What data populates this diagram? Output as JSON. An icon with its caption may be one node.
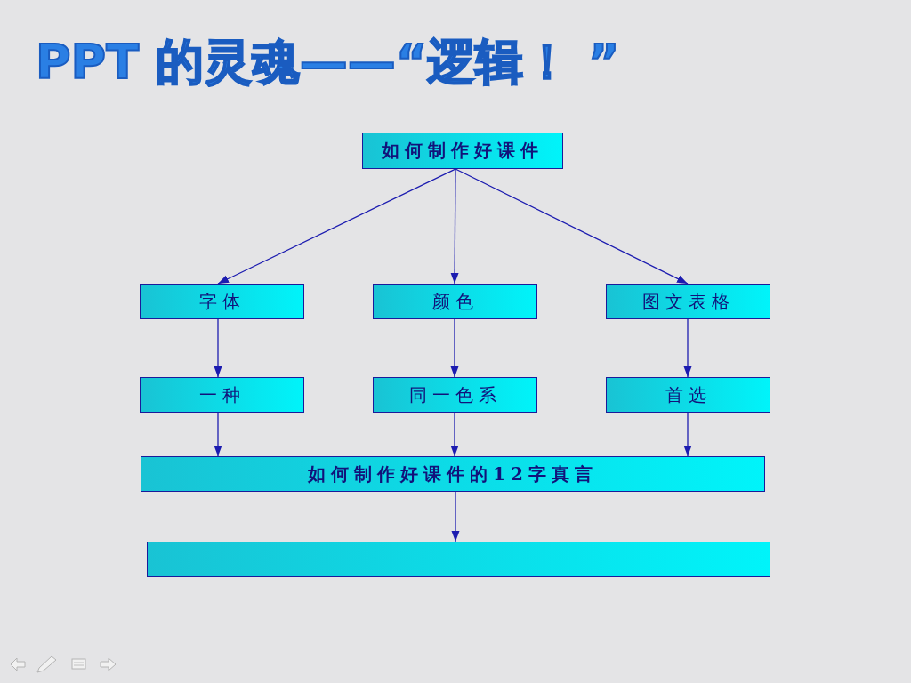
{
  "diagram": {
    "title": "PPT 的灵魂——“逻辑！ ”",
    "nodes": [
      {
        "text": [
          "如何制作好课件"
        ]
      },
      {
        "text": [
          "字体"
        ]
      },
      {
        "text": [
          "颜色"
        ]
      },
      {
        "text": [
          "图文表格"
        ]
      },
      {
        "text": [
          "一种"
        ]
      },
      {
        "text": [
          "同一色系"
        ]
      },
      {
        "text": [
          "首选"
        ]
      },
      {
        "text": [
          "如何制作好课件的12字真言"
        ]
      },
      {
        "text": [],
        "shape": "box"
      }
    ],
    "edges": [
      {
        "from": 0,
        "to": 1,
        "arrow": "to"
      },
      {
        "from": 0,
        "to": 2,
        "arrow": "to"
      },
      {
        "from": 0,
        "to": 3,
        "arrow": "to"
      },
      {
        "from": 1,
        "to": 4,
        "arrow": "to"
      },
      {
        "from": 2,
        "to": 5,
        "arrow": "to"
      },
      {
        "from": 3,
        "to": 6,
        "arrow": "to"
      },
      {
        "from": 4,
        "to": 7,
        "arrow": "to"
      },
      {
        "from": 5,
        "to": 7,
        "arrow": "to"
      },
      {
        "from": 6,
        "to": 7,
        "arrow": "to"
      },
      {
        "from": 7,
        "to": 8,
        "arrow": "to"
      }
    ]
  }
}
